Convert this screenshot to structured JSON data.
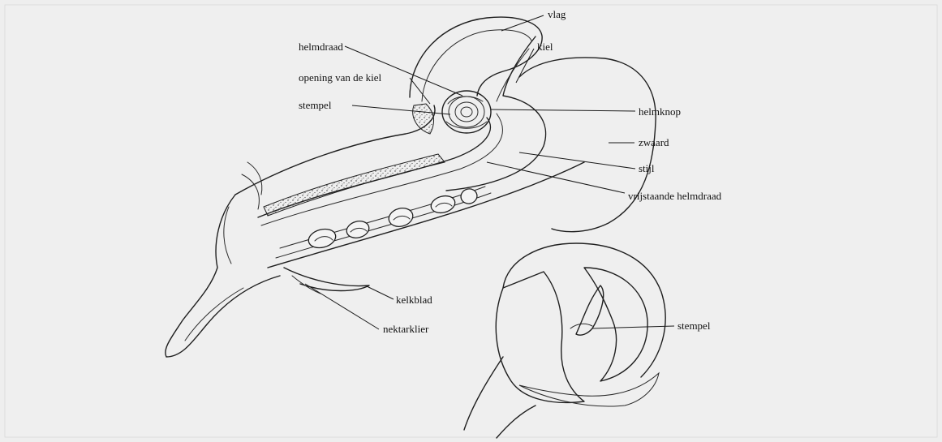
{
  "labels": {
    "vlag": "vlag",
    "kiel": "kiel",
    "helmdraad": "helmdraad",
    "opening_van_de_kiel": "opening van de kiel",
    "stempel": "stempel",
    "helmknop": "helmknop",
    "zwaard": "zwaard",
    "stijl": "stijl",
    "vrijstaande_helmdraad": "vrijstaande helmdraad",
    "kelkblad": "kelkblad",
    "nektarklier": "nektarklier",
    "stempel_detail": "stempel"
  }
}
